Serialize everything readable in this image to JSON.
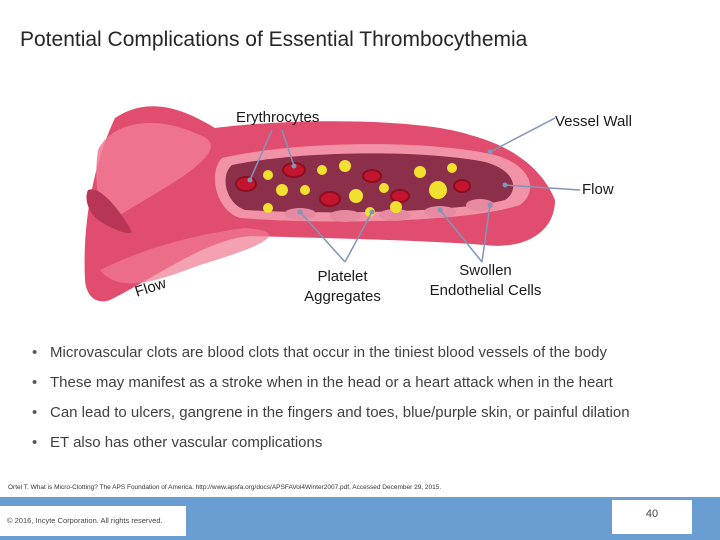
{
  "title": "Potential Complications of Essential Thrombocythemia",
  "diagram": {
    "labels": {
      "erythrocytes": "Erythrocytes",
      "vessel_wall": "Vessel Wall",
      "flow_right": "Flow",
      "flow_left": "Flow",
      "platelet_line1": "Platelet",
      "platelet_line2": "Aggregates",
      "swollen_line1": "Swollen",
      "swollen_line2": "Endothelial Cells"
    },
    "colors": {
      "vessel_outer": "#e14d6e",
      "vessel_light": "#f07a92",
      "lumen": "#8c2f4a",
      "erythrocyte": "#c4152e",
      "platelet": "#f0e130",
      "leader_line": "#7f96b8"
    }
  },
  "bullets": [
    "Microvascular clots are blood clots that occur in the tiniest blood vessels of the body",
    "These may manifest as a stroke when in the head or a heart attack when in the heart",
    "Can lead to ulcers, gangrene in the fingers and toes, blue/purple skin, or painful dilation",
    "ET also has other vascular complications"
  ],
  "citation": "Ortel T. What is Micro-Clotting? The APS Foundation of America. http://www.apsfa.org/docs/APSFAVol4Winter2007.pdf. Accessed December 29, 2015.",
  "footer": {
    "copyright": "© 2016, Incyte Corporation. All rights reserved.",
    "page_number": "40",
    "color": "#6a9ed3"
  }
}
